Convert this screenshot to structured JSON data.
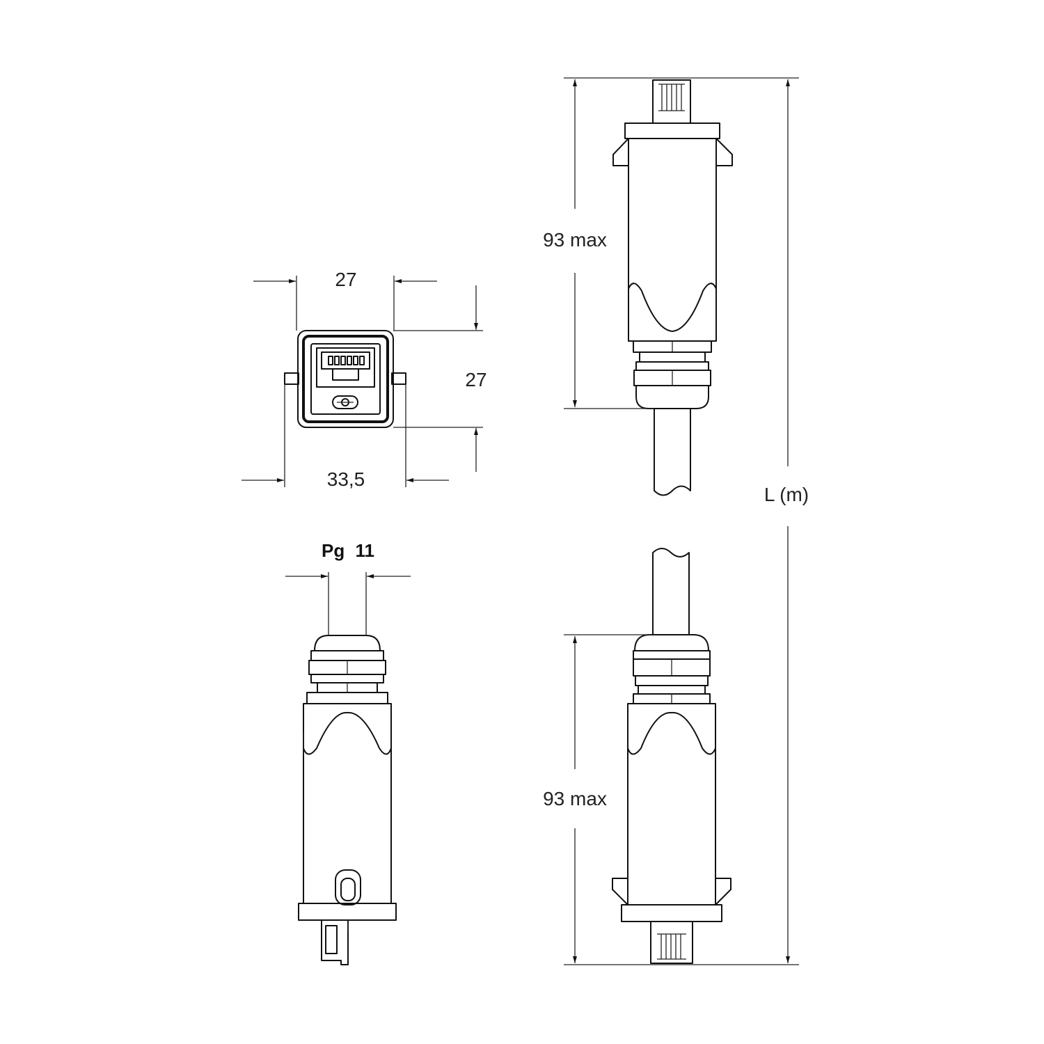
{
  "dimensions": {
    "front_width": "27",
    "front_height": "27",
    "flange_width": "33,5",
    "gland_label": "Pg",
    "gland_size": "11",
    "top_length": "93 max",
    "bottom_length": "93 max",
    "cable_length": "L (m)"
  }
}
